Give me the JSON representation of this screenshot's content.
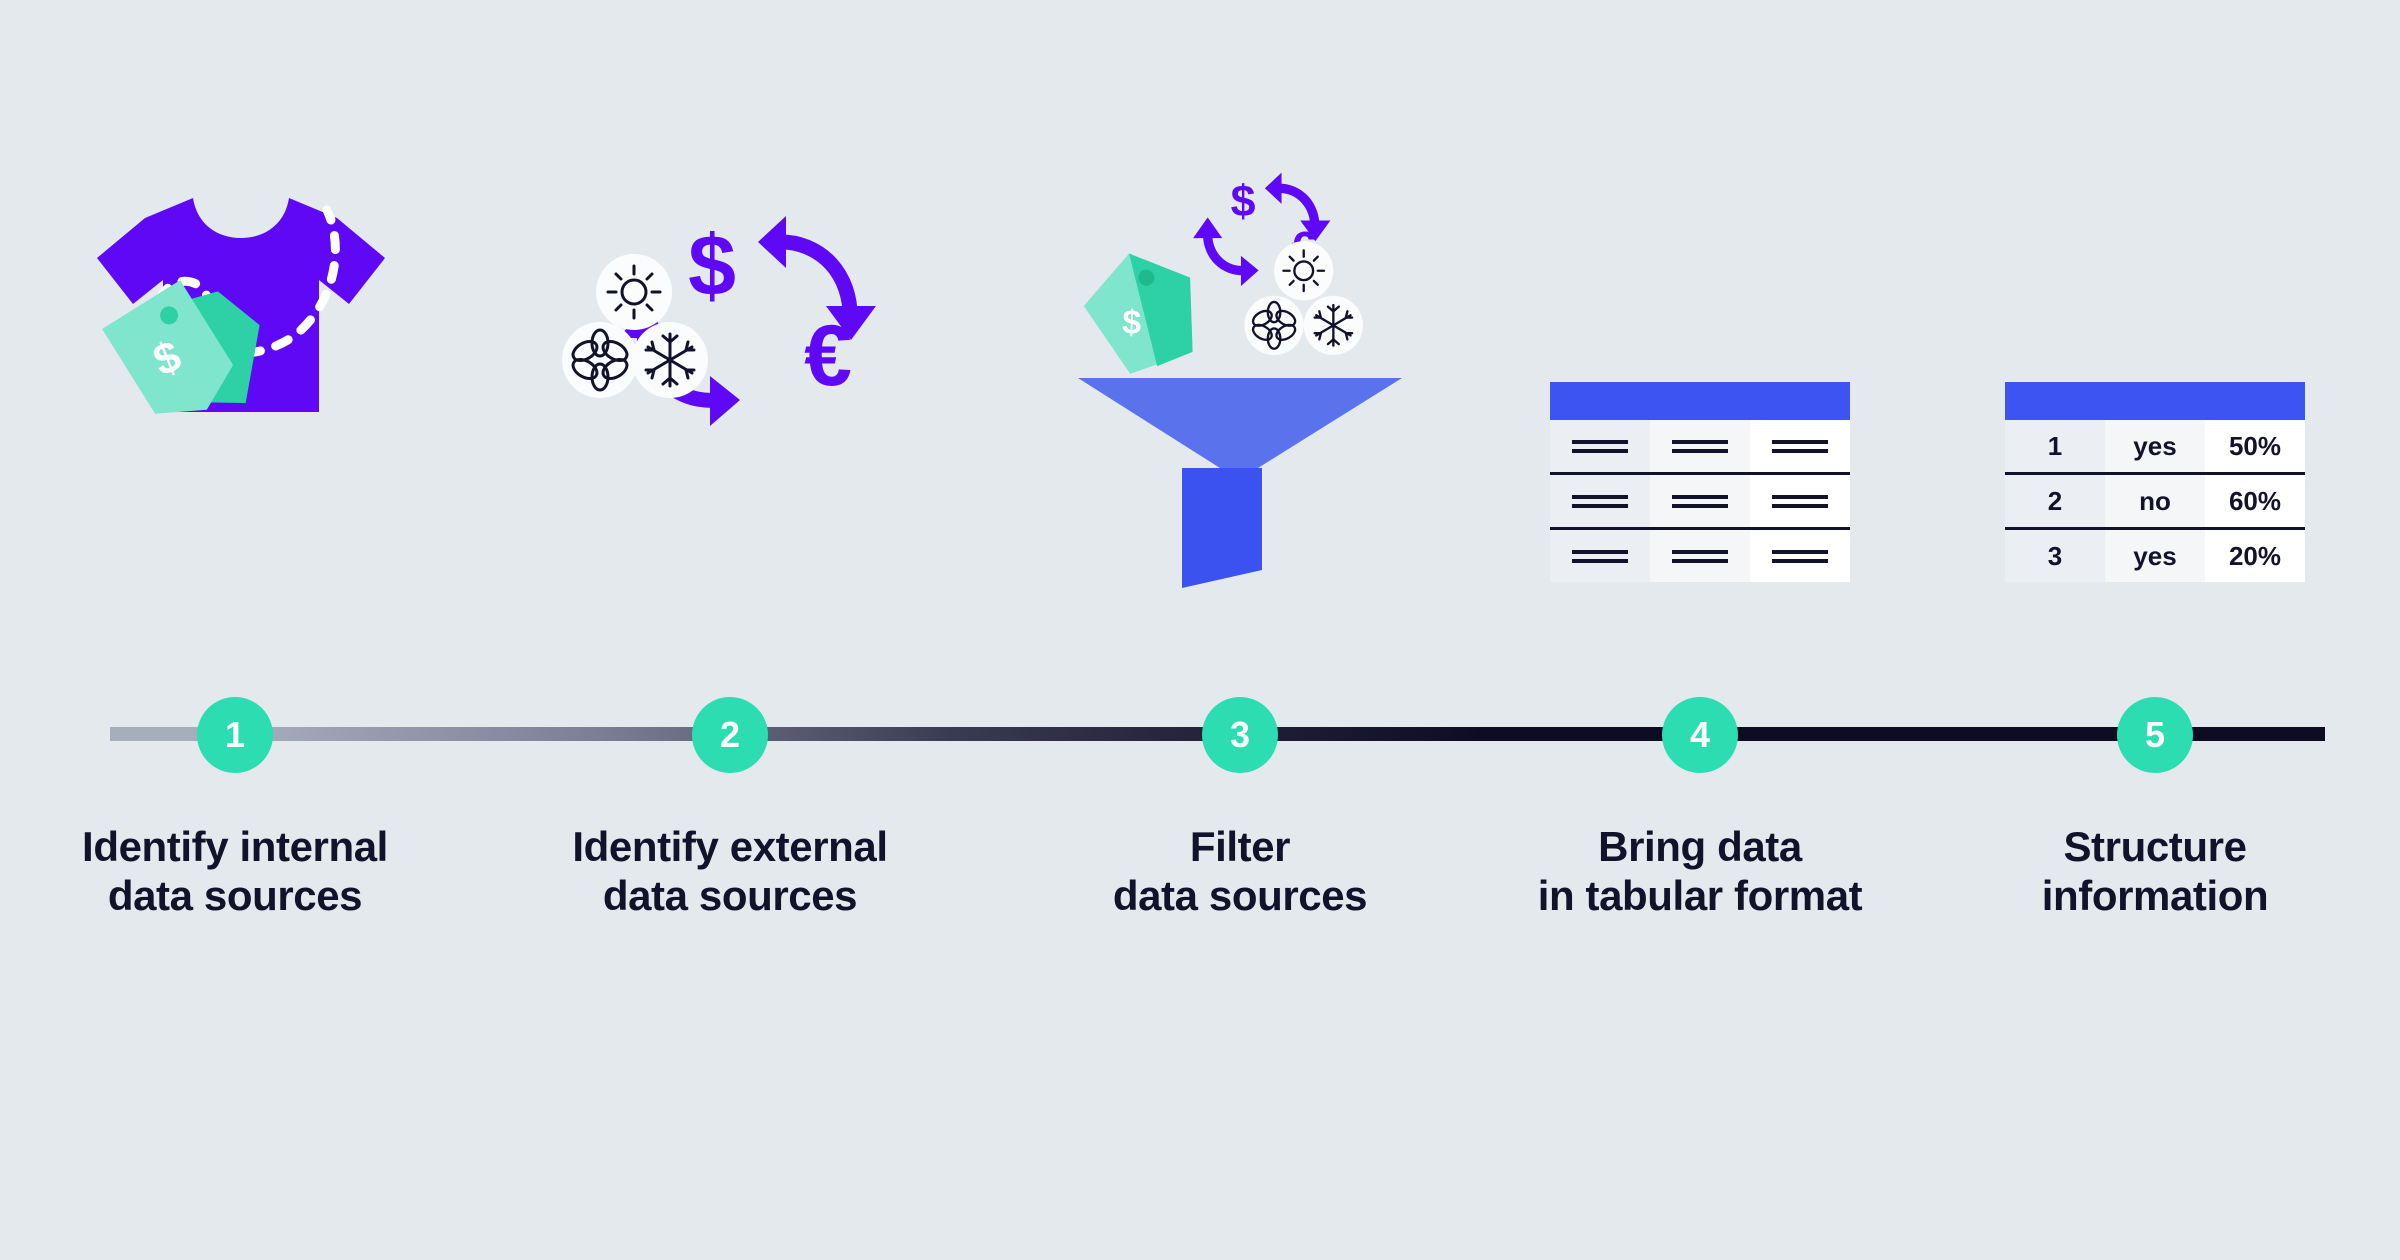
{
  "palette": {
    "background": "#e4e9ed",
    "teal": "#2bddb0",
    "teal_dark": "#25c99f",
    "purple": "#5e08f5",
    "blue_header": "#3d54f2",
    "funnel_light": "#5b72ed",
    "funnel_dark": "#3b52f0",
    "tag_light": "#7fe6cd",
    "tag_dark": "#2ed0a6",
    "ink": "#13122b",
    "track_start": "#a6adbb",
    "track_end": "#0d0c22"
  },
  "steps": [
    {
      "number": "1",
      "caption_line1": "Identify internal",
      "caption_line2": "data sources",
      "icon": "tshirt-price-tags-icon"
    },
    {
      "number": "2",
      "caption_line1": "Identify external",
      "caption_line2": "data sources",
      "icon": "currency-exchange-weather-icon"
    },
    {
      "number": "3",
      "caption_line1": "Filter",
      "caption_line2": "data sources",
      "icon": "funnel-icon"
    },
    {
      "number": "4",
      "caption_line1": "Bring data",
      "caption_line2": "in tabular format",
      "icon": "blank-table-icon"
    },
    {
      "number": "5",
      "caption_line1": "Structure",
      "caption_line2": "information",
      "icon": "data-table-icon"
    }
  ],
  "tag_symbols": {
    "dollar": "$",
    "percent": "%"
  },
  "currency_symbols": {
    "dollar": "$",
    "euro": "€"
  },
  "weather_icons": [
    "sun-icon",
    "flower-icon",
    "snowflake-icon"
  ],
  "blank_table": {
    "header_row": [
      "",
      "",
      ""
    ],
    "rows": [
      [
        "",
        "",
        ""
      ],
      [
        "",
        "",
        ""
      ],
      [
        "",
        "",
        ""
      ]
    ]
  },
  "data_table": {
    "header_row": [
      "",
      "",
      ""
    ],
    "rows": [
      [
        "1",
        "yes",
        "50%"
      ],
      [
        "2",
        "no",
        "60%"
      ],
      [
        "3",
        "yes",
        "20%"
      ]
    ]
  }
}
